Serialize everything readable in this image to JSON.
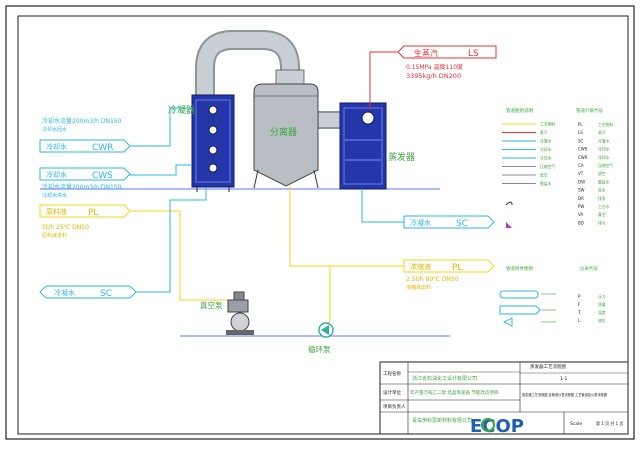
{
  "colors": {
    "frame": "#222222",
    "vessel_gray": "#b9bec4",
    "exchanger_blue": "#2436a8",
    "steam_red": "#e8303a",
    "cw_cyan": "#2fb7e6",
    "process_yellow": "#ffd21a",
    "green_label": "#3aa63a",
    "floor_line": "#5a78ff",
    "pump_green": "#2bb0a0",
    "logo_blue": "#1d5fb8",
    "logo_green": "#3aa63a"
  },
  "labels": {
    "condenser": "冷凝器",
    "separator": "分离器",
    "evaporator": "蒸发器",
    "vacuum_pump": "真空泵",
    "circ_pump": "循环泵"
  },
  "tags": {
    "steam": {
      "name": "生蒸汽",
      "code": "LS",
      "spec1": "0.15MPa  温度110度",
      "spec2": "3395kg/h  DN200"
    },
    "cwr": {
      "name": "冷却水",
      "code": "CWR",
      "spec": "冷却水回水"
    },
    "cws": {
      "name": "冷却水",
      "code": "CWS",
      "flow1": "冷却水流量200m3/h    DN150",
      "flow2": "冷却水流量200m3/h    DN150",
      "note": "冷却水供水"
    },
    "pl_in": {
      "name": "原料液",
      "code": "PL",
      "spec1": "5t/h 25℃   DN50",
      "spec2": "原料液进料"
    },
    "sc_right": {
      "name": "冷凝水",
      "code": "SC"
    },
    "pl_out": {
      "name": "浓缩液",
      "code": "PL",
      "spec1": "2.5t/h 80℃   DN50",
      "spec2": "浓缩液出料"
    },
    "sc_left": {
      "name": "冷凝水",
      "code": "SC"
    }
  },
  "legend": {
    "lines_title": "管道图例说明",
    "symbols_title": "管道介质代号",
    "codes": [
      "PL",
      "LS",
      "SC",
      "CWS",
      "CWR",
      "CA",
      "VT",
      "DW",
      "SW",
      "DR",
      "PW",
      "VA",
      "BD"
    ],
    "line_names": [
      "工艺物料",
      "蒸汽",
      "冷凝水",
      "冷却水",
      "冷却水",
      "压缩空气",
      "放空",
      "脱盐水",
      "软水",
      "排净",
      "工艺水",
      "真空",
      "排污"
    ],
    "line_notes": [
      "工艺物料",
      "蒸汽",
      "冷凝水",
      "冷却水",
      "冷却水",
      "压缩空气",
      "放空",
      "脱盐水"
    ],
    "block3_title": "管道附件图例",
    "block4_title": "仪表代号",
    "instr_codes": [
      "P",
      "F",
      "T",
      "L"
    ],
    "instr_names": [
      "压力",
      "流量",
      "温度",
      "液位"
    ]
  },
  "titleblock": {
    "row1_label": "工程名称",
    "row1_value": "浙江省石油化工设计有限公司",
    "row2_label": "设计单位",
    "row2_value": "年产量万吨乙二醇 结晶蒸发器 节能改造项目",
    "row3_label": "项目负责人",
    "row3_value": "青岛伊科思新材料有限公司",
    "drawing_title": "蒸发器工艺流程图",
    "drawing_no": "1-1",
    "drawing_desc": "蒸发器工艺流程图 含管道仪表流程图 工艺管道及仪表流程图",
    "scale": "Scale",
    "sheet": "第 1 页 共 1 页",
    "logo": "ECOP"
  }
}
